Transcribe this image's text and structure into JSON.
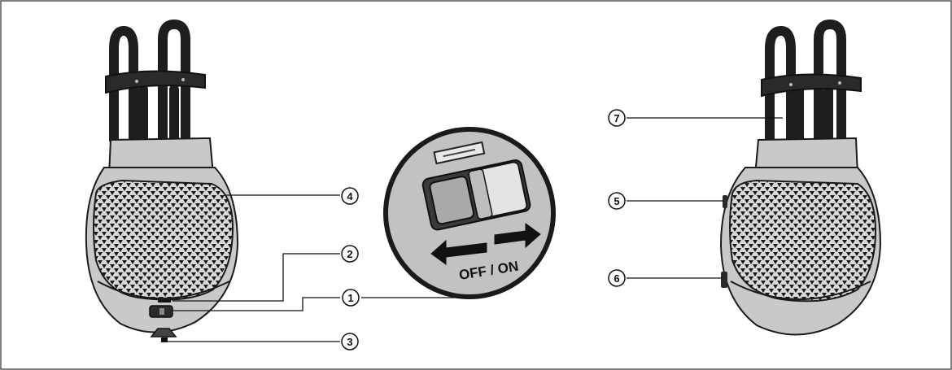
{
  "callouts": [
    {
      "id": "1",
      "label": "1"
    },
    {
      "id": "2",
      "label": "2"
    },
    {
      "id": "3",
      "label": "3"
    },
    {
      "id": "4",
      "label": "4"
    },
    {
      "id": "5",
      "label": "5"
    },
    {
      "id": "6",
      "label": "6"
    },
    {
      "id": "7",
      "label": "7"
    }
  ],
  "switch_detail": {
    "label": "OFF / ON"
  },
  "colors": {
    "frame": "#555555",
    "outline": "#1a1a1a",
    "shell": "#c9c9c9",
    "grille": "#d4d4d4",
    "band": "#1e1e1e",
    "inset_bg": "#c0c0c0"
  }
}
